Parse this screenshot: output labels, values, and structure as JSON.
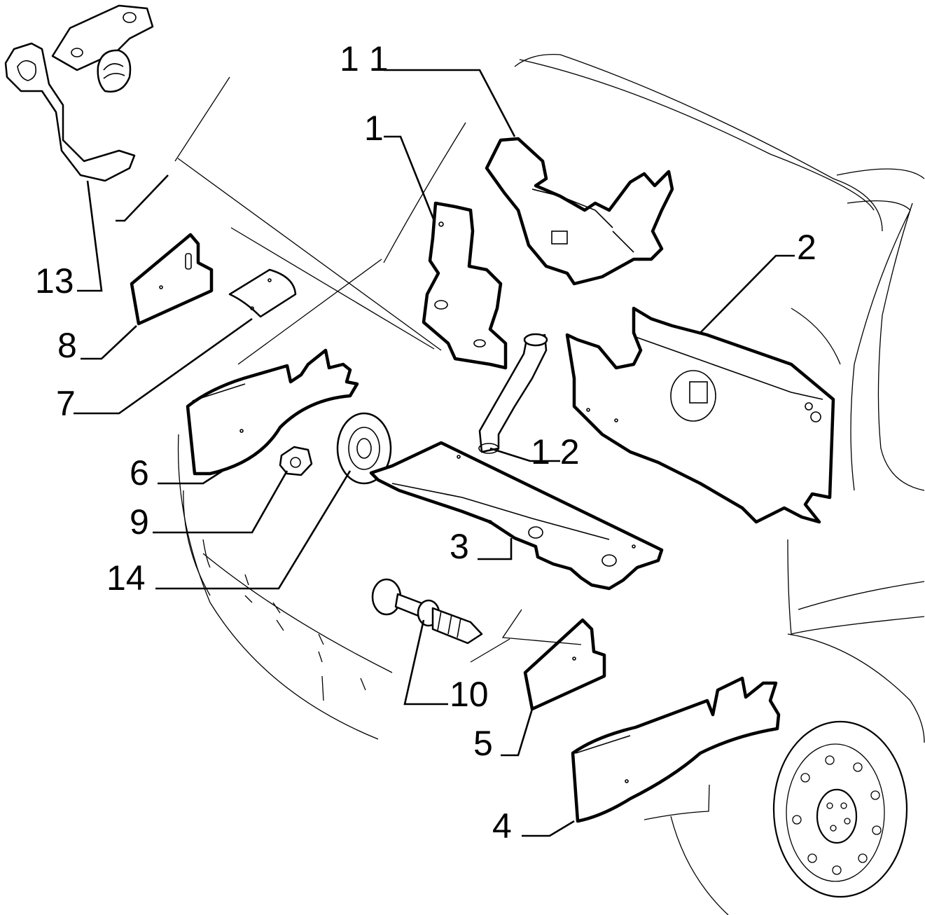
{
  "callouts": [
    {
      "id": "c1",
      "text": "1"
    },
    {
      "id": "c2",
      "text": "2"
    },
    {
      "id": "c3",
      "text": "3"
    },
    {
      "id": "c4",
      "text": "4"
    },
    {
      "id": "c5",
      "text": "5"
    },
    {
      "id": "c6",
      "text": "6"
    },
    {
      "id": "c7",
      "text": "7"
    },
    {
      "id": "c8",
      "text": "8"
    },
    {
      "id": "c9",
      "text": "9"
    },
    {
      "id": "c10",
      "text": "10"
    },
    {
      "id": "c11",
      "text": "1 1"
    },
    {
      "id": "c12",
      "text": "1 2"
    },
    {
      "id": "c13",
      "text": "13"
    },
    {
      "id": "c14",
      "text": "14"
    }
  ]
}
